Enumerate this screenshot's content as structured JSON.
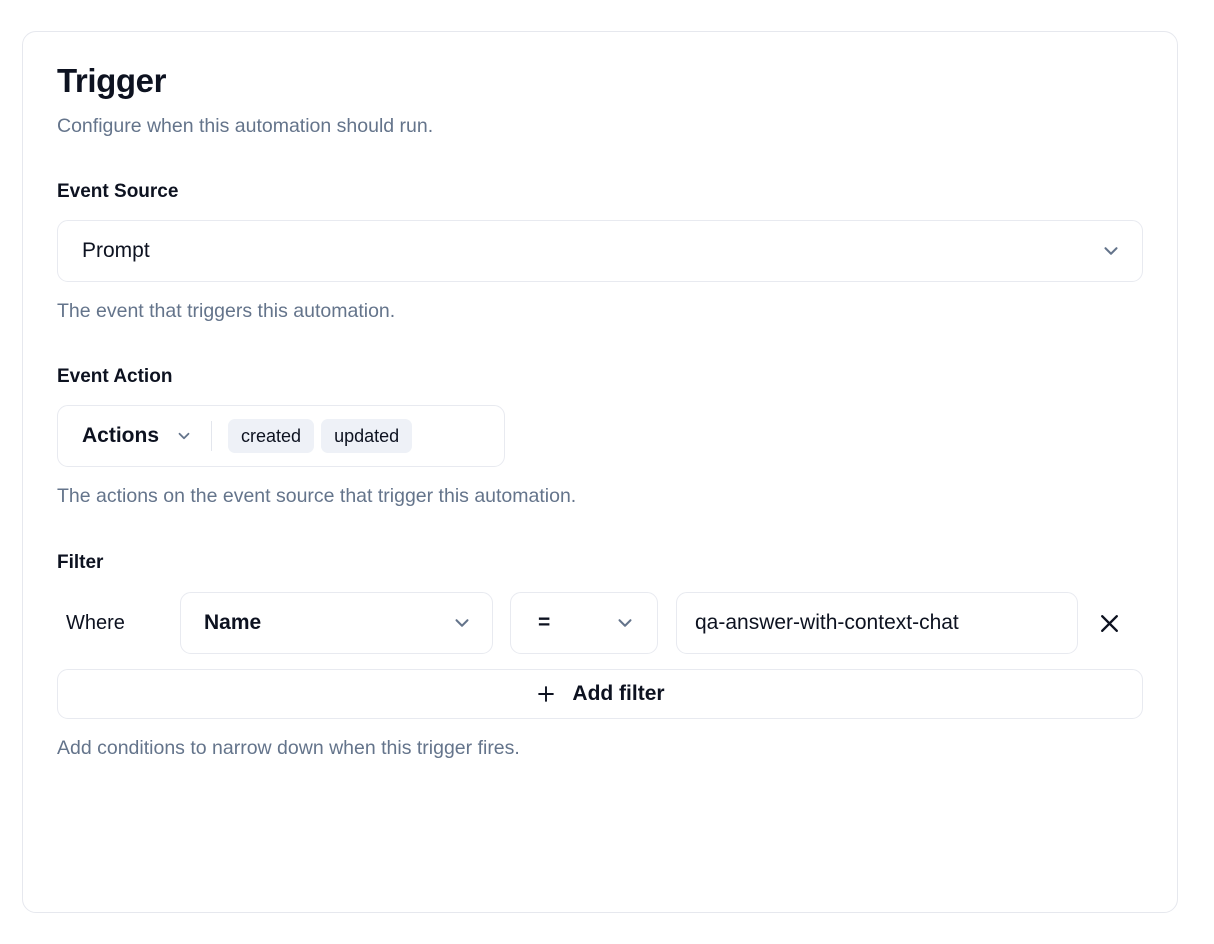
{
  "card": {
    "title": "Trigger",
    "subtitle": "Configure when this automation should run."
  },
  "event_source": {
    "label": "Event Source",
    "value": "Prompt",
    "help": "The event that triggers this automation.",
    "chevron_icon": "chevron-down-icon"
  },
  "event_action": {
    "label": "Event Action",
    "trigger_label": "Actions",
    "chevron_icon": "chevron-down-icon",
    "chips": [
      "created",
      "updated"
    ],
    "help": "The actions on the event source that trigger this automation."
  },
  "filter": {
    "label": "Filter",
    "where_label": "Where",
    "rows": [
      {
        "field": "Name",
        "operator": "=",
        "value": "qa-answer-with-context-chat",
        "value_placeholder": "Value",
        "remove_icon": "close-icon"
      }
    ],
    "add_label": "Add filter",
    "add_icon": "plus-icon",
    "help": "Add conditions to narrow down when this trigger fires."
  },
  "colors": {
    "card_border": "#e6e8ee",
    "control_border": "#e8eaf0",
    "chip_bg": "#eef1f7",
    "text_primary": "#0d1220",
    "text_muted": "#64748b"
  }
}
